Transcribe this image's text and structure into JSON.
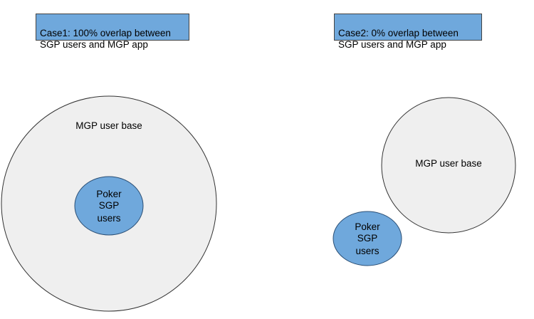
{
  "colors": {
    "box_fill": "#6fa8dc",
    "box_border": "#434343",
    "user_base_fill": "#efefef",
    "user_base_stroke": "#333333",
    "sgp_fill": "#6fa8dc",
    "sgp_stroke": "#2b4f75"
  },
  "case1": {
    "heading": "Case1: 100% overlap between\nSGP users and MGP app",
    "user_base_label": "MGP user base",
    "sgp_label_line1": "Poker",
    "sgp_label_line2": "SGP",
    "sgp_label_line3": "users"
  },
  "case2": {
    "heading": "Case2: 0% overlap between\nSGP users and MGP app",
    "user_base_label": "MGP user base",
    "sgp_label_line1": "Poker",
    "sgp_label_line2": "SGP",
    "sgp_label_line3": "users"
  }
}
